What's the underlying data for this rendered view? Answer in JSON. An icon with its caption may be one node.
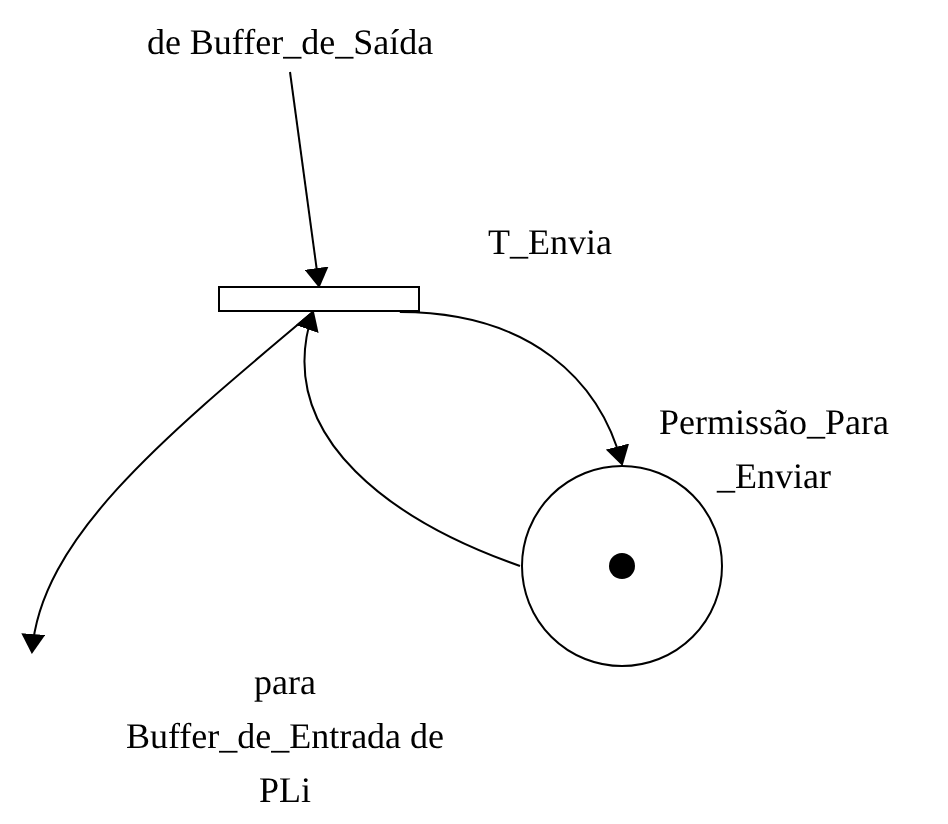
{
  "diagram": {
    "nodes": [
      {
        "text": [
          "de Buffer_de_Saída"
        ]
      },
      {
        "text": [],
        "shape": "bar",
        "beside": [
          "T_Envia"
        ]
      },
      {
        "text": [],
        "shape": "circle",
        "beside": [
          "Permissão_Para _Enviar"
        ]
      }
    ],
    "edges": [
      {
        "from": 0,
        "to": 1,
        "arrow": "to"
      },
      {
        "from": 1,
        "to": 2,
        "arrow": "to"
      },
      {
        "from": 2,
        "to": 1,
        "arrow": "to"
      },
      {
        "from": 1,
        "to": null,
        "arrow": "to"
      }
    ],
    "labels": [
      "para Buffer_de_Entrada de PLi"
    ]
  }
}
